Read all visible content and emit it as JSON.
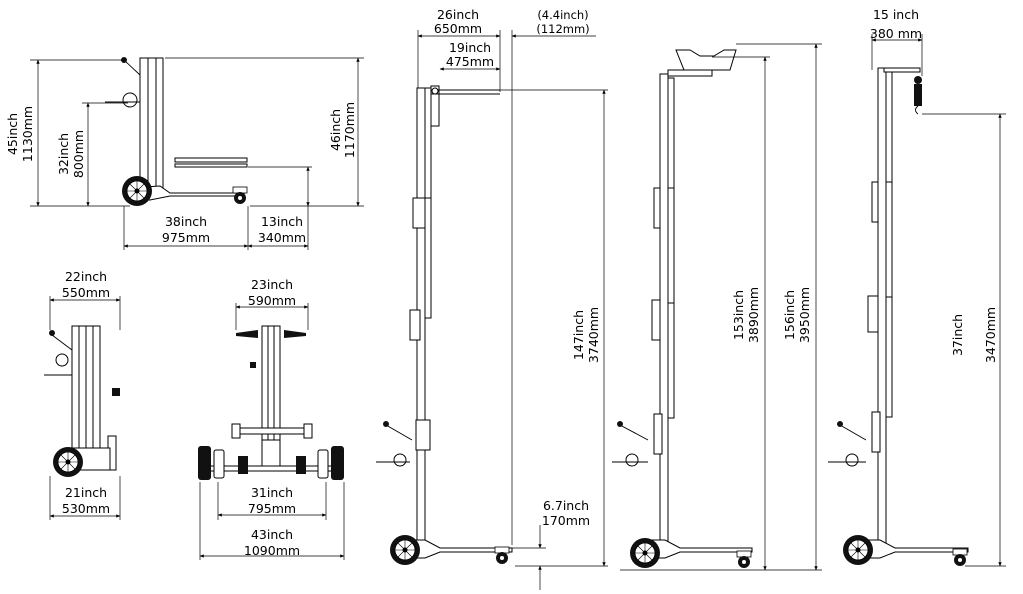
{
  "views": {
    "side_stowed": {
      "height_overall": "45inch",
      "height_overall_mm": "1130mm",
      "height_forks": "32inch",
      "height_forks_mm": "800mm",
      "height_mast": "46inch",
      "height_mast_mm": "1170mm",
      "base_length": "38inch",
      "base_length_mm": "975mm",
      "fork_length": "13inch",
      "fork_length_mm": "340mm"
    },
    "rear_view": {
      "top_width": "22inch",
      "top_width_mm": "550mm",
      "base_width": "21inch",
      "base_width_mm": "530mm"
    },
    "front_view": {
      "top_width": "23inch",
      "top_width_mm": "590mm",
      "inner_wheel_width": "31inch",
      "inner_wheel_width_mm": "795mm",
      "outer_width": "43inch",
      "outer_width_mm": "1090mm"
    },
    "forks_extended": {
      "overall_reach": "26inch",
      "overall_reach_mm": "650mm",
      "offset": "(4.4inch)",
      "offset_mm": "(112mm)",
      "fork_reach": "19inch",
      "fork_reach_mm": "475mm",
      "lift_height": "147inch",
      "lift_height_mm": "3740mm",
      "min_height": "6.7inch",
      "min_height_mm": "170mm"
    },
    "cradle_extended": {
      "cradle_height": "153inch",
      "cradle_height_mm": "3890mm",
      "top_height": "156inch",
      "top_height_mm": "3950mm"
    },
    "hook_extended": {
      "hook_reach": "15 inch",
      "hook_reach_mm": "380 mm",
      "hook_height": "37inch",
      "hook_height_mm": "3470mm"
    }
  }
}
